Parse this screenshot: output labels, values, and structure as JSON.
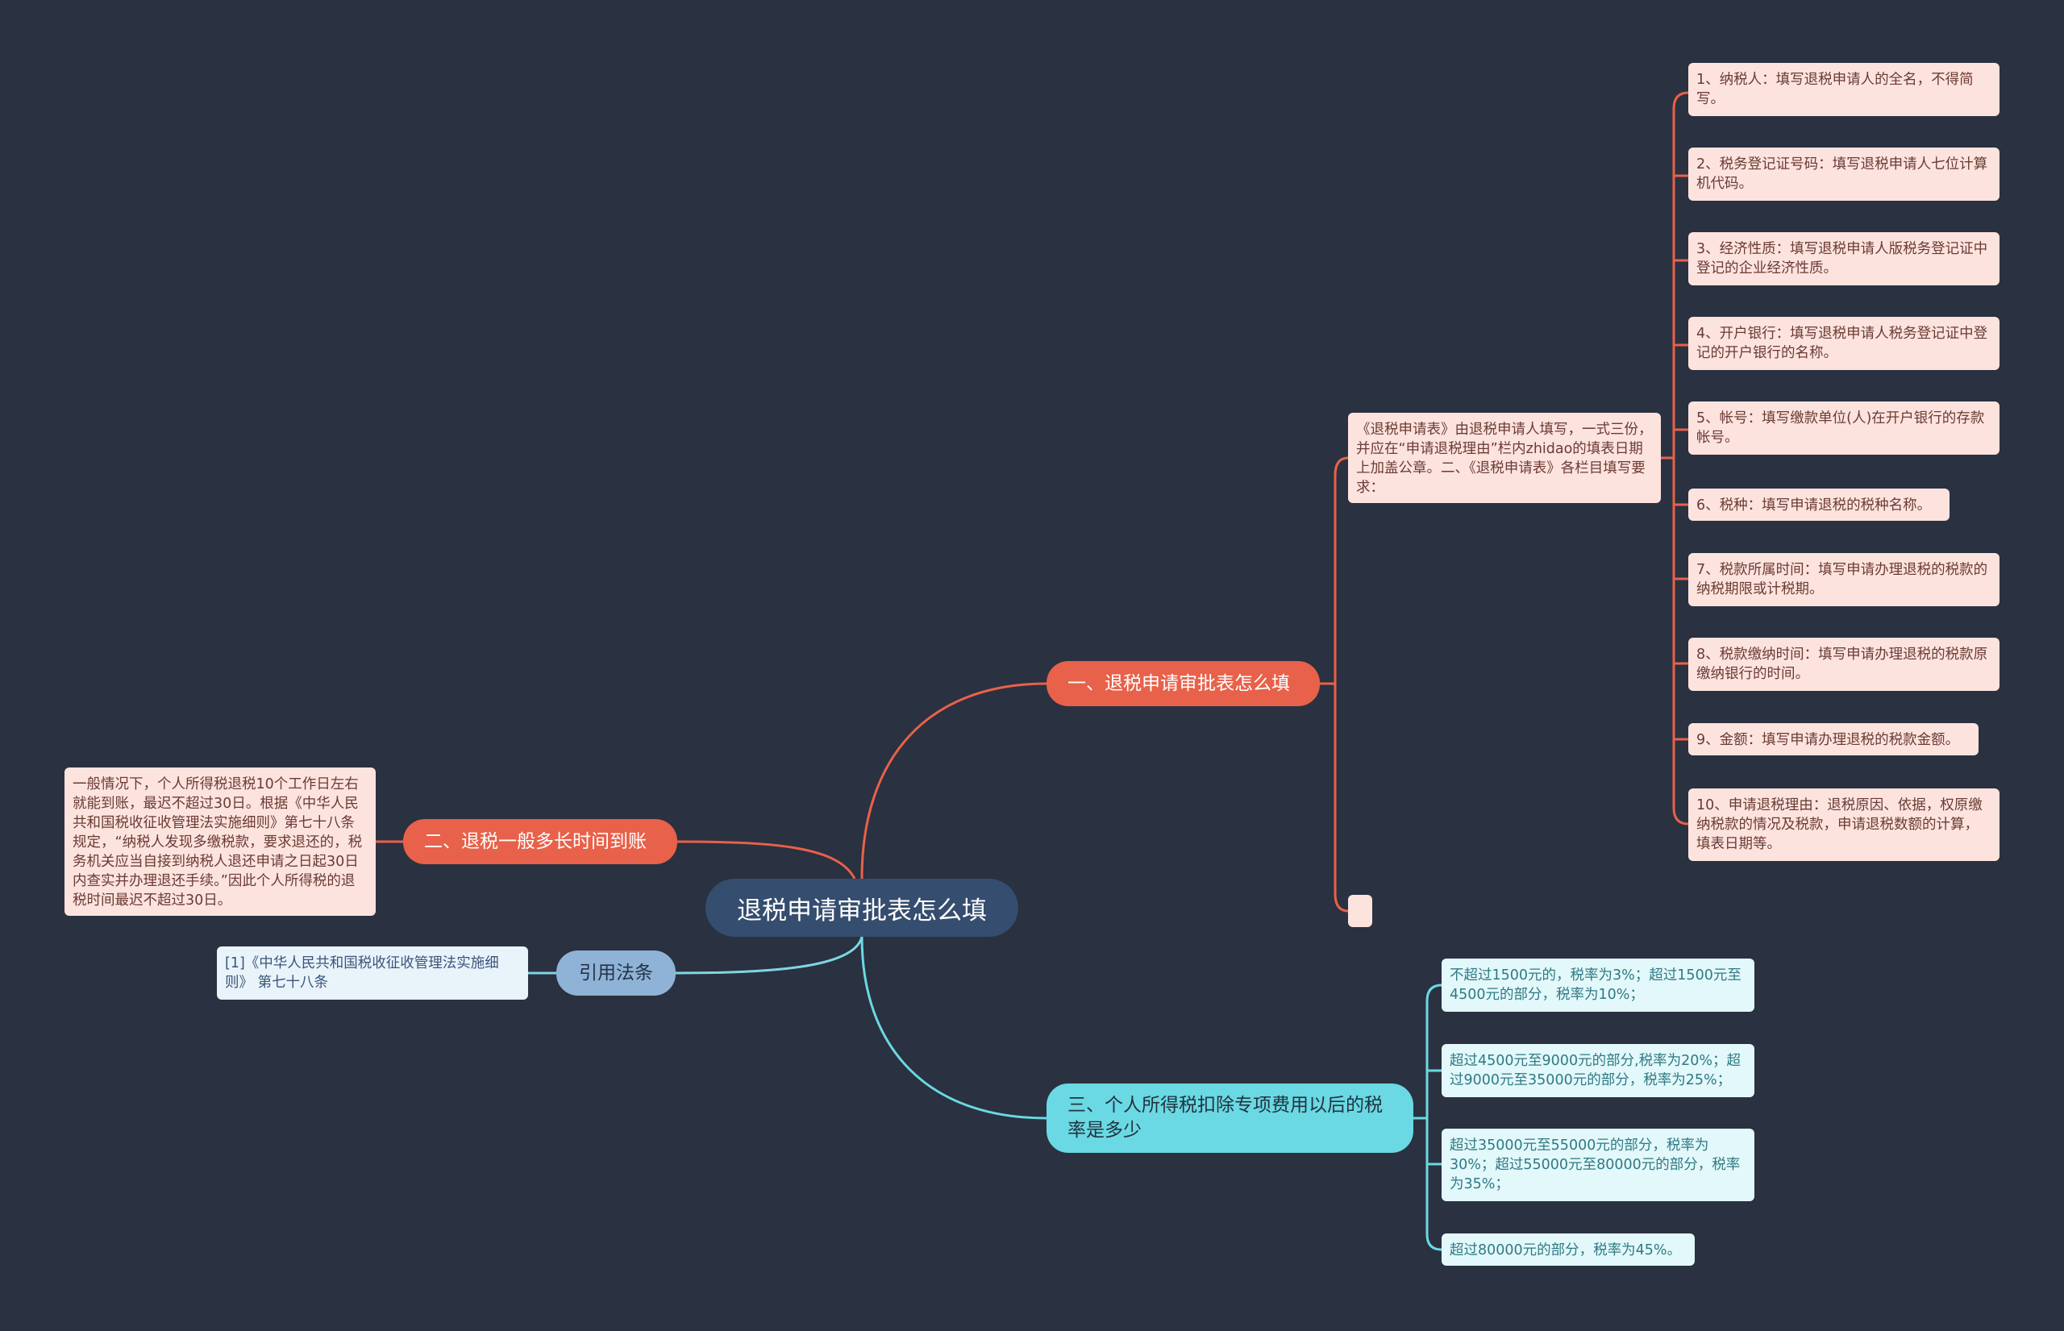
{
  "root": {
    "label": "退税申请审批表怎么填"
  },
  "branch1": {
    "label": "一、退税申请审批表怎么填",
    "description": "《退税申请表》由退税申请人填写，一式三份，并应在“申请退税理由”栏内zhidao的填表日期上加盖公章。二、《退税申请表》各栏目填写要求：",
    "items": [
      "1、纳税人：填写退税申请人的全名，不得简写。",
      "2、税务登记证号码：填写退税申请人七位计算机代码。",
      "3、经济性质：填写退税申请人版税务登记证中登记的企业经济性质。",
      "4、开户银行：填写退税申请人税务登记证中登记的开户银行的名称。",
      "5、帐号：填写缴款单位(人)在开户银行的存款帐号。",
      "6、税种：填写申请退税的税种名称。",
      "7、税款所属时间：填写申请办理退税的税款的纳税期限或计税期。",
      "8、税款缴纳时间：填写申请办理退税的税款原缴纳银行的时间。",
      "9、金额：填写申请办理退税的税款金额。",
      "10、申请退税理由：退税原因、依据，权原缴纳税款的情况及税款，申请退税数额的计算，填表日期等。"
    ],
    "empty_item": ""
  },
  "branch2": {
    "label": "二、退税一般多长时间到账",
    "content": "一般情况下，个人所得税退税10个工作日左右就能到账，最迟不超过30日。根据《中华人民共和国税收征收管理法实施细则》第七十八条规定，“纳税人发现多缴税款，要求退还的，税务机关应当自接到纳税人退还申请之日起30日内查实并办理退还手续。”因此个人所得税的退税时间最迟不超过30日。"
  },
  "branch3": {
    "label": "引用法条",
    "content": "[1]《中华人民共和国税收征收管理法实施细则》 第七十八条"
  },
  "branch4": {
    "label": "三、个人所得税扣除专项费用以后的税率是多少",
    "items": [
      "不超过1500元的，税率为3%；超过1500元至4500元的部分，税率为10%；",
      "超过4500元至9000元的部分,税率为20%；超过9000元至35000元的部分，税率为25%；",
      "超过35000元至55000元的部分，税率为30%；超过55000元至80000元的部分，税率为35%；",
      "超过80000元的部分，税率为45%。"
    ]
  },
  "colors": {
    "background": "#2a3140",
    "root": "#354d6e",
    "orange": "#e8614a",
    "blue": "#8fb3d6",
    "cyan": "#6ad9e3",
    "salmon_card": "#fde3de",
    "cyan_card": "#e3f8fa",
    "pale_card": "#e9f3fa"
  }
}
